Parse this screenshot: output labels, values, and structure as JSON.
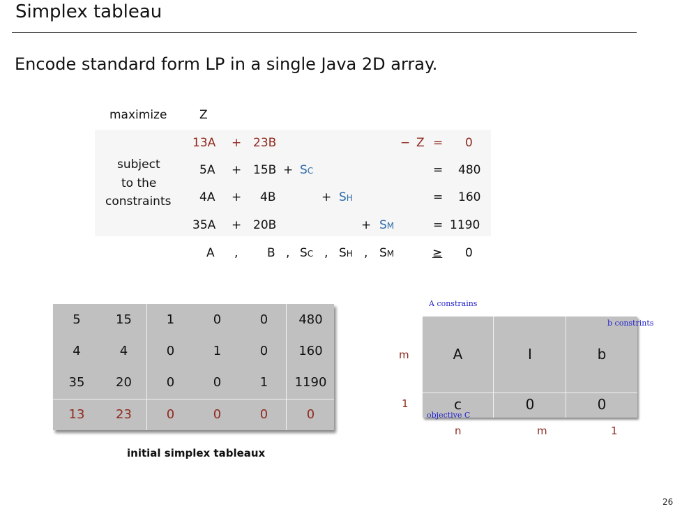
{
  "slide": {
    "title": "Simplex tableau",
    "subtitle": "Encode standard form LP in a single Java 2D array.",
    "page_number": "26"
  },
  "lp": {
    "maximize_label": "maximize",
    "objective_var": "Z",
    "subject_line1": "subject",
    "subject_line2": "to the",
    "subject_line3": "constraints",
    "r1": {
      "a": "13A",
      "op1": "+",
      "b": "23B",
      "minus": "−",
      "z": "Z",
      "eq": "=",
      "rhs": "0"
    },
    "r2": {
      "a": "5A",
      "op1": "+",
      "b": "15B",
      "op2": "+",
      "s": "S",
      "s_sub": "C",
      "eq": "=",
      "rhs": "480"
    },
    "r3": {
      "a": "4A",
      "op1": "+",
      "b": "4B",
      "op2": "+",
      "s": "S",
      "s_sub": "H",
      "eq": "=",
      "rhs": "160"
    },
    "r4": {
      "a": "35A",
      "op1": "+",
      "b": "20B",
      "op2": "+",
      "s": "S",
      "s_sub": "M",
      "eq": "=",
      "rhs": "1190"
    },
    "nonneg": {
      "a": "A",
      "c1": ",",
      "b": "B",
      "c2": ",",
      "sc": "S",
      "sc_sub": "C",
      "c3": ",",
      "sh": "S",
      "sh_sub": "H",
      "c4": ",",
      "sm": "S",
      "sm_sub": "M",
      "ge": "≥",
      "rhs": "0"
    }
  },
  "tableau": {
    "caption": "initial simplex tableaux",
    "rows": [
      [
        "5",
        "15",
        "1",
        "0",
        "0",
        "480"
      ],
      [
        "4",
        "4",
        "0",
        "1",
        "0",
        "160"
      ],
      [
        "35",
        "20",
        "0",
        "0",
        "1",
        "1190"
      ],
      [
        "13",
        "23",
        "0",
        "0",
        "0",
        "0"
      ]
    ]
  },
  "schema": {
    "cell_A": "A",
    "cell_I": "I",
    "cell_b": "b",
    "cell_c": "c",
    "cell_0a": "0",
    "cell_0b": "0",
    "row_label_m": "m",
    "row_label_1": "1",
    "col_label_n": "n",
    "col_label_m": "m",
    "col_label_1": "1",
    "note_a": "A constrains",
    "note_b": "b constrints",
    "note_c": "objective C"
  },
  "colors": {
    "objective_red": "#8f2a1f",
    "slack_blue": "#2d6aa8",
    "annotation_blue": "#2222cc",
    "table_gray": "#c0c0c0"
  }
}
